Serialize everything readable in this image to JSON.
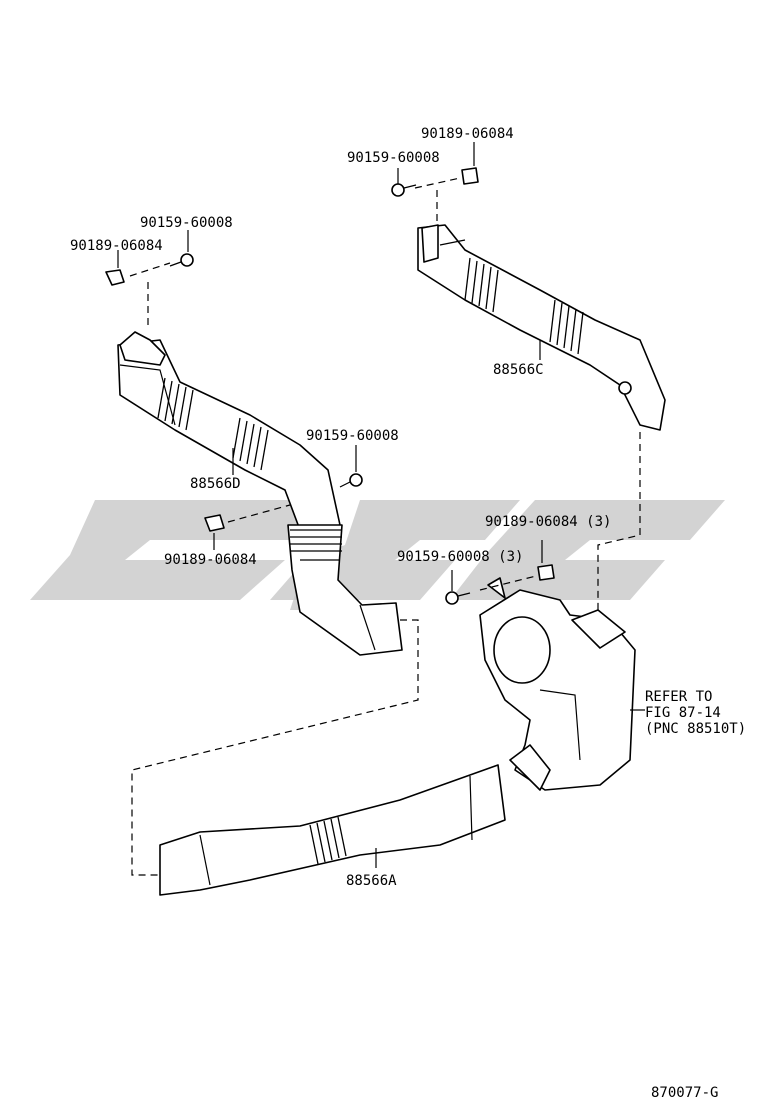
{
  "diagram_id": "870077-G",
  "labels": {
    "d_clip": "90189-06084",
    "d_screw": "90159-60008",
    "d_duct": "88566D",
    "mid_screw": "90159-60008",
    "mid_clip": "90189-06084",
    "c_clip": "90189-06084",
    "c_screw": "90159-60008",
    "c_duct": "88566C",
    "unit_clip": "90189-06084 (3)",
    "unit_screw": "90159-60008 (3)",
    "refer1": "REFER TO",
    "refer2": "FIG 87-14",
    "refer3": "(PNC 88510T)",
    "a_duct": "88566A"
  }
}
